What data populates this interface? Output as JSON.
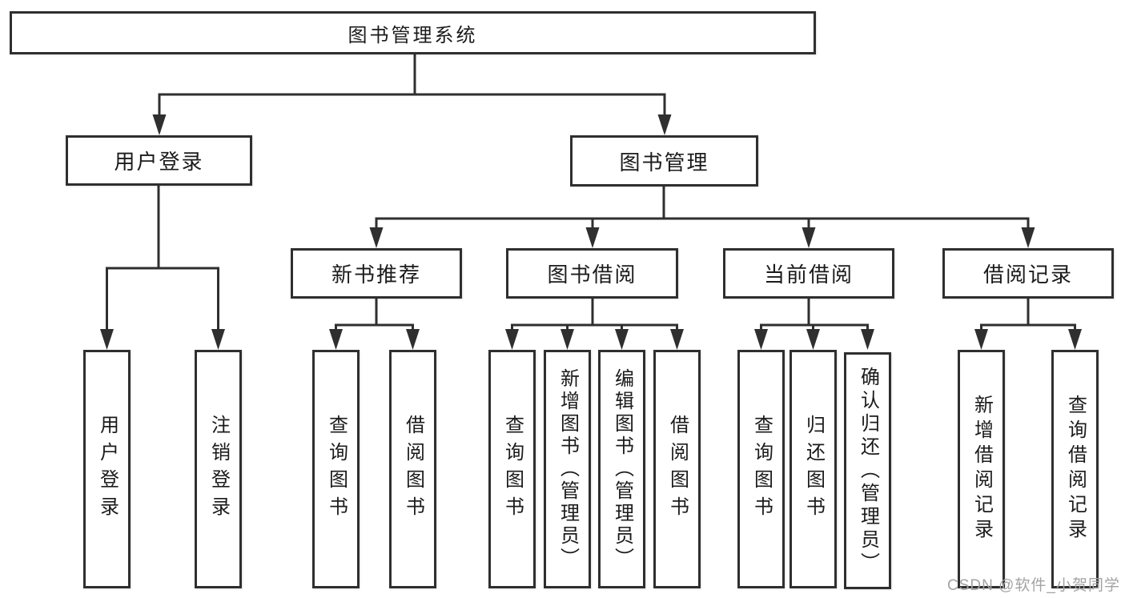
{
  "tree": {
    "label": "图书管理系统",
    "children": [
      {
        "label": "用户登录",
        "children": [
          {
            "label": "用户登录"
          },
          {
            "label": "注销登录"
          }
        ]
      },
      {
        "label": "图书管理",
        "children": [
          {
            "label": "新书推荐",
            "children": [
              {
                "label": "查询图书"
              },
              {
                "label": "借阅图书"
              }
            ]
          },
          {
            "label": "图书借阅",
            "children": [
              {
                "label": "查询图书"
              },
              {
                "label": "新增图书（管理员）"
              },
              {
                "label": "编辑图书（管理员）"
              },
              {
                "label": "借阅图书"
              }
            ]
          },
          {
            "label": "当前借阅",
            "children": [
              {
                "label": "查询图书"
              },
              {
                "label": "归还图书"
              },
              {
                "label": "确认归还（管理员）"
              }
            ]
          },
          {
            "label": "借阅记录",
            "children": [
              {
                "label": "新增借阅记录"
              },
              {
                "label": "查询借阅记录"
              }
            ]
          }
        ]
      }
    ]
  },
  "watermark": {
    "text": "CSDN @软件_小贺同学"
  },
  "colors": {
    "line": "#2f2f2f",
    "box_border": "#2f2f2f",
    "text": "#1b1b1b",
    "watermark": "#a3a3a3",
    "background": "#ffffff"
  }
}
